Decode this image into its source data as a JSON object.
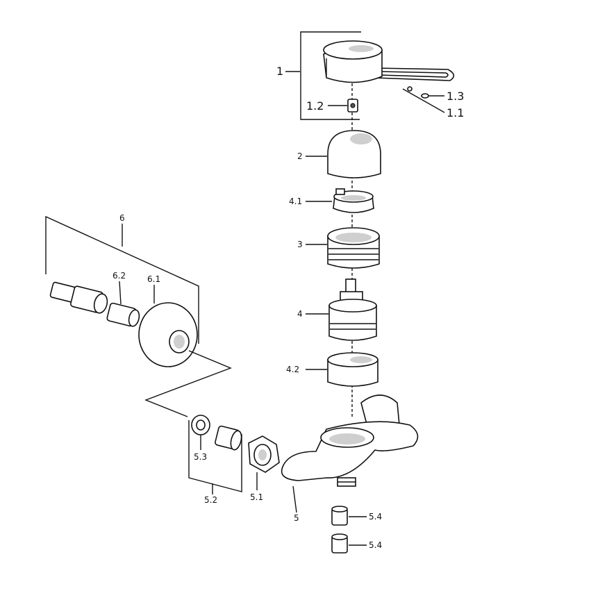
{
  "diagram": {
    "labels": {
      "p1": "1",
      "p1_1": "1.1",
      "p1_2": "1.2",
      "p1_3": "1.3",
      "p2": "2",
      "p3": "3",
      "p4": "4",
      "p4_1": "4.1",
      "p4_2": "4.2",
      "p5": "5",
      "p5_1": "5.1",
      "p5_2": "5.2",
      "p5_3": "5.3",
      "p5_4a": "5.4",
      "p5_4b": "5.4",
      "p6": "6",
      "p6_1": "6.1",
      "p6_2": "6.2"
    }
  }
}
